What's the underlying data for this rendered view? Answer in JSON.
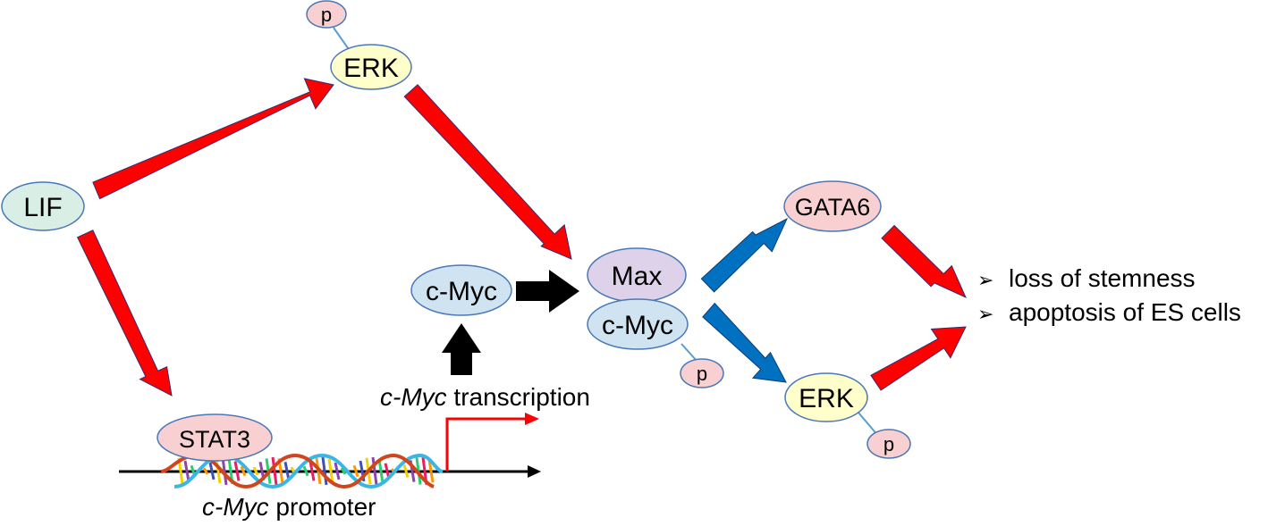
{
  "nodes": {
    "lif": "LIF",
    "erk_top": "ERK",
    "stat3": "STAT3",
    "cmyc_free": "c-Myc",
    "max": "Max",
    "cmyc_complex": "c-Myc",
    "gata6": "GATA6",
    "erk_bottom": "ERK"
  },
  "phospho_label": "p",
  "transcription": {
    "italic": "c-Myc",
    "rest": " transcription"
  },
  "promoter": {
    "italic": "c-Myc",
    "rest": " promoter"
  },
  "outcomes": [
    "loss of stemness",
    "apoptosis of ES cells"
  ],
  "bullet_glyph": "➢",
  "colors": {
    "red_arrow": "#ff0000",
    "blue_arrow": "#0070c0",
    "black_arrow": "#000000",
    "lif_fill": "#d9efe6",
    "erk_fill": "#ffffcc",
    "pink_fill": "#f8d0d2",
    "blue_fill": "#cfe3f1",
    "lavender_fill": "#ddd2ea",
    "node_stroke": "#4a78b8",
    "link_line": "#5b9bd5"
  }
}
